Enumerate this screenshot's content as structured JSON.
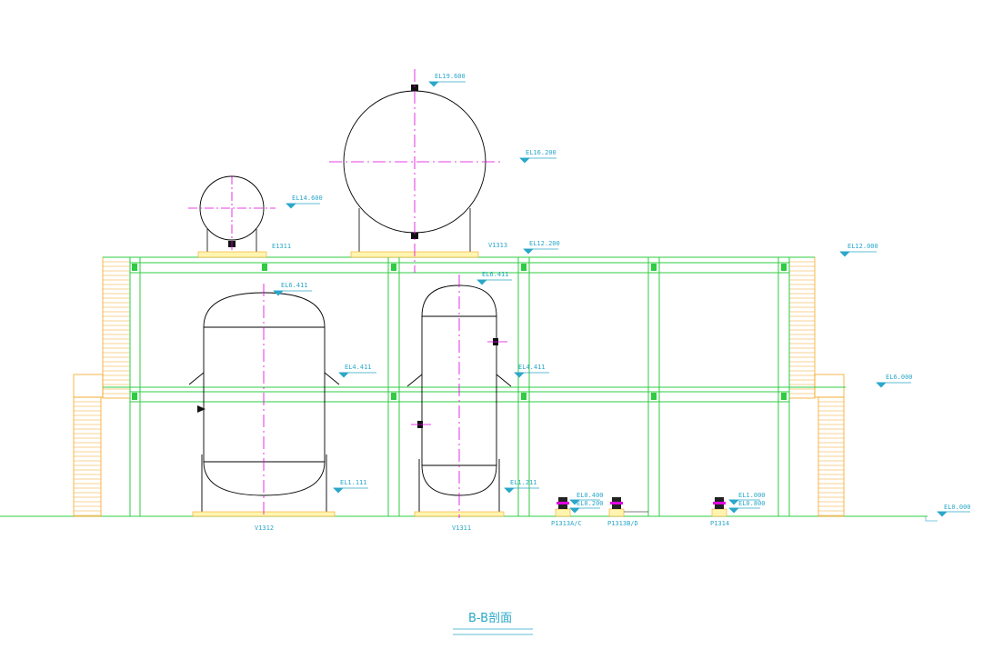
{
  "title": "B-B剖面",
  "colors": {
    "structure": "#2ecc40",
    "stairs": "#f5a623",
    "vessel": "#000000",
    "centerline": "#e000e0",
    "annotation": "#2aa7c9",
    "saddle": "#fff5b0"
  },
  "elevations": {
    "v1313_top": "EL19.600",
    "v1313_center": "EL16.200",
    "e1311_center": "EL14.600",
    "deck_upper_a": "EL12.200",
    "deck_upper_b": "EL12.000",
    "v1312_top": "EL6.411",
    "v1311_top": "EL6.411",
    "v1312_nozzle": "EL4.411",
    "v1311_nozzle": "EL4.411",
    "deck_middle": "EL6.000",
    "v1312_bottom": "EL1.111",
    "v1311_bottom": "EL1.211",
    "pump_a_1": "EL0.400",
    "pump_a_2": "EL0.200",
    "pump_c_1": "EL1.000",
    "pump_c_2": "EL0.800",
    "grade": "EL0.000"
  },
  "tags": {
    "e1311": "E1311",
    "v1313": "V1313",
    "v1312": "V1312",
    "v1311": "V1311",
    "pump_a": "P1313A/C",
    "pump_b": "P1313B/D",
    "pump_c": "P1314"
  }
}
